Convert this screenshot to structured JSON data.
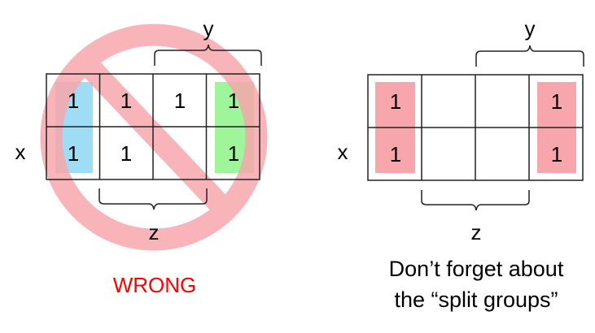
{
  "wrong_example": {
    "label_x": "x",
    "label_y": "y",
    "label_z": "z",
    "caption": "WRONG",
    "caption_color": "#ff0000",
    "cells": [
      [
        "1",
        "1",
        "1",
        "1"
      ],
      [
        "1",
        "1",
        "",
        "1"
      ]
    ],
    "group_colors": [
      "#9fdcf5",
      "#9ef59a",
      "#7e6fa8",
      "#a89a6a"
    ],
    "prohibition_sign_color": "#f7a7ac"
  },
  "right_example": {
    "label_x": "x",
    "label_y": "y",
    "label_z": "z",
    "caption_line1": "Don’t forget about",
    "caption_line2": "the “split groups”",
    "cells": [
      [
        "1",
        "",
        "",
        "1"
      ],
      [
        "1",
        "",
        "",
        "1"
      ]
    ],
    "group_color": "#f7a7ac"
  }
}
